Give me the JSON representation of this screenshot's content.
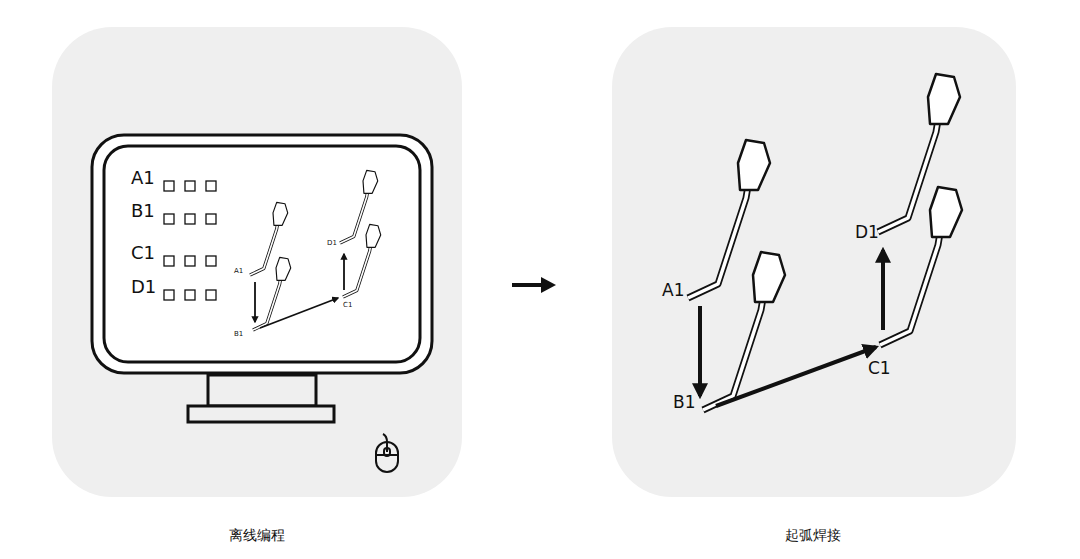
{
  "diagram": {
    "labels": [
      "A1",
      "B1",
      "C1",
      "D1",
      "D1",
      "A1",
      "C1",
      "B1",
      "A1",
      "D1",
      "C1",
      "B1",
      "离线编程",
      "起弧焊接"
    ]
  }
}
